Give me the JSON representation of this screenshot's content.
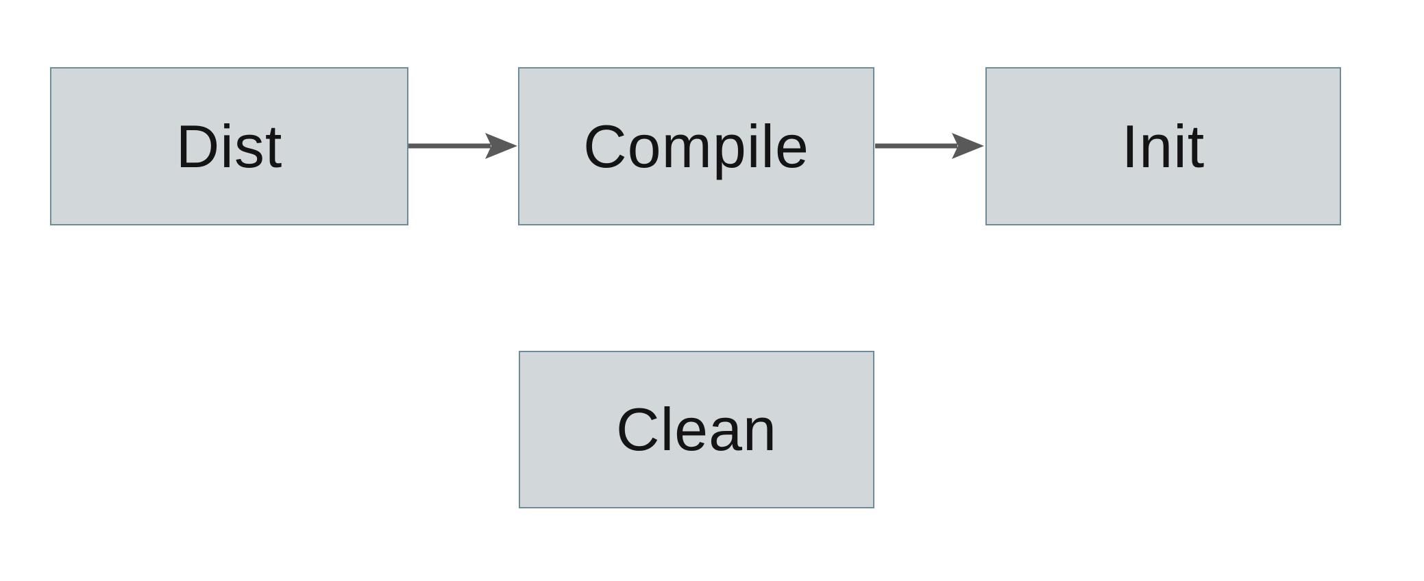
{
  "diagram": {
    "title": "build-targets-flow",
    "colors": {
      "page-bg": "#ffffff",
      "node-fill": "#d2d8da",
      "node-border": "#6e8b99",
      "arrow-color": "#595959",
      "text-color": "#141414"
    },
    "nodes": [
      {
        "id": "dist",
        "label": "Dist"
      },
      {
        "id": "compile",
        "label": "Compile"
      },
      {
        "id": "init",
        "label": "Init"
      },
      {
        "id": "clean",
        "label": "Clean"
      }
    ],
    "edges": [
      {
        "from": "Dist",
        "to": "Compile"
      },
      {
        "from": "Compile",
        "to": "Init"
      }
    ]
  }
}
